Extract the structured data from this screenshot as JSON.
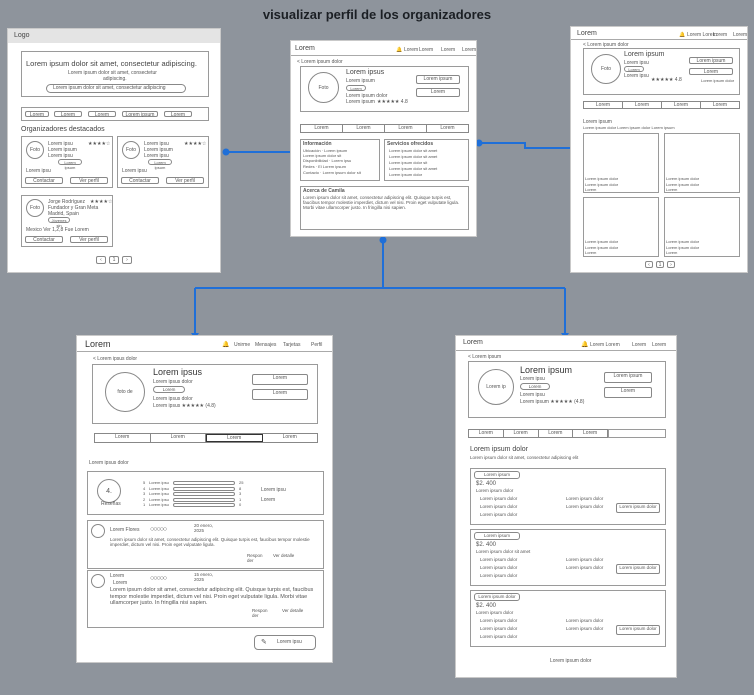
{
  "title": "visualizar perfil de los organizadores",
  "colors": {
    "background": "#8e949c",
    "connector": "#1f6fd8"
  },
  "f1": {
    "logo": "Logo",
    "hero_title": "Lorem ipsum dolor sit amet, consectetur adipiscing.",
    "hero_sub": "Lorem ipsum dolor sit amet, consectetur",
    "hero_sub2": "adipiscing.",
    "search_text": "Lorem ipsum dolor sit amet, consectetur adipiscing",
    "filters": [
      "Lorem",
      "Lorem",
      "Lorem",
      "Lorem ipsum",
      "Lorem"
    ],
    "section": "Organizadores destacados",
    "avatar": "Foto",
    "card_lines": [
      "Lorem ipsu",
      "Lorem ipsum",
      "Lorem ipsu"
    ],
    "stars": "★★★★☆",
    "card_tag": "Lorem ipsum",
    "card_foot": "Lorem ipsu",
    "card_btn1": "Contactar",
    "card_btn2": "Ver perfil",
    "card2_title": "Jorge Rodríguez",
    "card2_stars": "★★★★☆",
    "card2_l1": "Fundador y Gran Meta",
    "card2_l2": "Madrid, Spain",
    "card2_tag": "Jóvenes sin",
    "card2_foot": "Mexico Ver 1,2,8 Fue Lorem",
    "pager": [
      "‹",
      "1",
      "›"
    ]
  },
  "f2": {
    "nav_logo": "Lorem",
    "nav_items": [
      "Lorem",
      "Lorem",
      "Lorem",
      "Lorem"
    ],
    "crumb": "< Lorem ipsum dolor",
    "avatar": "Foto",
    "name": "Lorem ipsus",
    "l1": "Lorem ipsum",
    "pill": "Lorem",
    "l2": "Lorem ipsum dolor",
    "l3": "Lorem ipsum",
    "stars": "★★★★★ 4.8",
    "btn1": "Lorem ipsum",
    "btn2": "Lorem",
    "tabs": [
      "Lorem",
      "Lorem",
      "Lorem",
      "Lorem"
    ],
    "info_title": "Información",
    "info_lines": [
      "Ubicación · Lorem ipsum",
      "Lorem ipsum dolor sit",
      "Disponibilidad · Lorem ipsu",
      "Redes · El Lorem ipsum",
      "Contacto · Lorem ipsum dolor sit"
    ],
    "serv_title": "Servicios ofrecidos",
    "serv_items": [
      "Lorem ipsum dolor sit amet",
      "Lorem ipsum dolor sit amet",
      "Lorem ipsum dolor sit",
      "Lorem ipsum dolor sit amet",
      "Lorem ipsum dolor"
    ],
    "about_title": "Acerca de Camila",
    "about_text": "Lorem ipsum dolor sit amet, consectetur adipiscing elit. Quisque turpis est, faucibus tempor molestie imperdiet, dictum vel nisi. Proin eget vulputate ligula. Morbi vitae ullamcorper justo. In fringilla nisi sapien."
  },
  "f3": {
    "nav_logo": "Lorem",
    "nav_items": [
      "Lorem Lorem",
      "Lorem",
      "Lorem"
    ],
    "crumb": "< Lorem ipsum dolor",
    "avatar": "Foto",
    "name": "Lorem ipsum",
    "l1": "Lorem ipsu",
    "pill": "Lorem",
    "l2": "Lorem ipsu",
    "stars": "★★★★★ 4.8",
    "btn1": "Lorem ipsum",
    "btn2": "Lorem",
    "btn3": "Lorem ipsum dolor",
    "tabs": [
      "Lorem",
      "Lorem",
      "Lorem",
      "Lorem"
    ],
    "section": "Lorem ipsum",
    "section_sub": "Lorem ipsum dolor Lorem ipsum dolor Lorem ipsum",
    "grid_label": "Lorem ipsum dolor",
    "grid_label2": "Lorem ipsum dolor",
    "grid_label3": "Lorem",
    "pager": [
      "‹",
      "1",
      "›"
    ]
  },
  "f4": {
    "nav_logo": "Lorem",
    "nav_items": [
      "Unirme",
      "Mensajes",
      "Tarjetas",
      "Perfil"
    ],
    "crumb": "< Lorem ipsus dolor",
    "avatar": "foto de",
    "name": "Lorem ipsus",
    "l1": "Lorem ipsus dolor",
    "pill": "Lorem",
    "l2": "Lorem ipsus dolor",
    "stars": "Lorem ipsus     ★★★★★ (4.8)",
    "btn1": "Lorem",
    "btn2": "Lorem",
    "tabs": [
      "Lorem",
      "Lorem",
      "Lorem",
      "Lorem"
    ],
    "section": "Lorem ipsus dolor",
    "rating_big": "4.",
    "rating_small": "Reseñas",
    "bar_labels": [
      "5",
      "4",
      "3",
      "2",
      "1"
    ],
    "bar_text": "Lorem ipsu",
    "bar_counts": [
      "25",
      "8",
      "3",
      "1",
      "0"
    ],
    "side1": "Lorem ipsu",
    "side2": "Lorem",
    "r1_name": "Lorem Flores",
    "r1_date": "20 enero, 2025",
    "r1_text": "Lorem ipsum dolor sit amet, consectetur adipiscing elit. Quisque turpis est, faucibus tempor molestie imperdiet, dictum vel nisi. Proin eget vulputate ligula.",
    "r1_resp": "Respon der",
    "r1_ver": "Ver detalle",
    "r2_name": "Lorem",
    "r2_sub": "Lorem",
    "r2_date": "15 enero, 2025",
    "r2_text": "Lorem ipsum dolor sit amet, consectetur adipiscing elit. Quisque turpis est, faucibus tempor molestie imperdiet, dictum vel nisi. Proin eget vulputate ligula. Morbi vitae ullamcorper justo. In fringilla nisi sapien.",
    "r2_resp": "Respon der",
    "r2_ver": "Ver detalle",
    "write_btn": "Lorem ipsu"
  },
  "f5": {
    "nav_logo": "Lorem",
    "nav_items": [
      "Lorem Lorem",
      "Lorem",
      "Lorem"
    ],
    "crumb": "< Lorem ipsum",
    "avatar": "Lorem ip",
    "name": "Lorem ipsum",
    "l1": "Lorem ipsu",
    "pill": "Lorem",
    "l2": "Lorem ipsu",
    "stars": "Lorem ipsum     ★★★★★ (4.8)",
    "btn1": "Lorem ipsum",
    "btn2": "Lorem",
    "tabs": [
      "Lorem",
      "Lorem",
      "Lorem",
      "Lorem"
    ],
    "section": "Lorem ipsum dolor",
    "section_sub": "Lorem ipsum dolor sit amet, consectetur adipiscing elit",
    "cards": [
      {
        "tag": "Lorem ipsum",
        "price": "$2. 400",
        "desc": "Lorem ipsum dolor",
        "items": [
          "Lorem ipsum dolor",
          "Lorem ipsum dolor",
          "Lorem ipsum dolor",
          "Lorem ipsum dolor",
          "Lorem ipsum dolor"
        ],
        "btn": "Lorem ipsum dolor"
      },
      {
        "tag": "Lorem ipsum",
        "price": "$2. 400",
        "desc": "Lorem ipsum dolor sit amet",
        "items": [
          "Lorem ipsum dolor",
          "Lorem ipsum dolor",
          "Lorem ipsum dolor",
          "Lorem ipsum dolor",
          "Lorem ipsum dolor"
        ],
        "btn": "Lorem ipsum dolor"
      },
      {
        "tag": "Lorem ipsum dolor",
        "price": "$2. 400",
        "desc": "Lorem ipsum dolor",
        "items": [
          "Lorem ipsum dolor",
          "Lorem ipsum dolor",
          "Lorem ipsum dolor",
          "Lorem ipsum dolor",
          "Lorem ipsum dolor"
        ],
        "btn": "Lorem ipsum dolor"
      }
    ],
    "footer": "Lorem ipsum dolor"
  }
}
